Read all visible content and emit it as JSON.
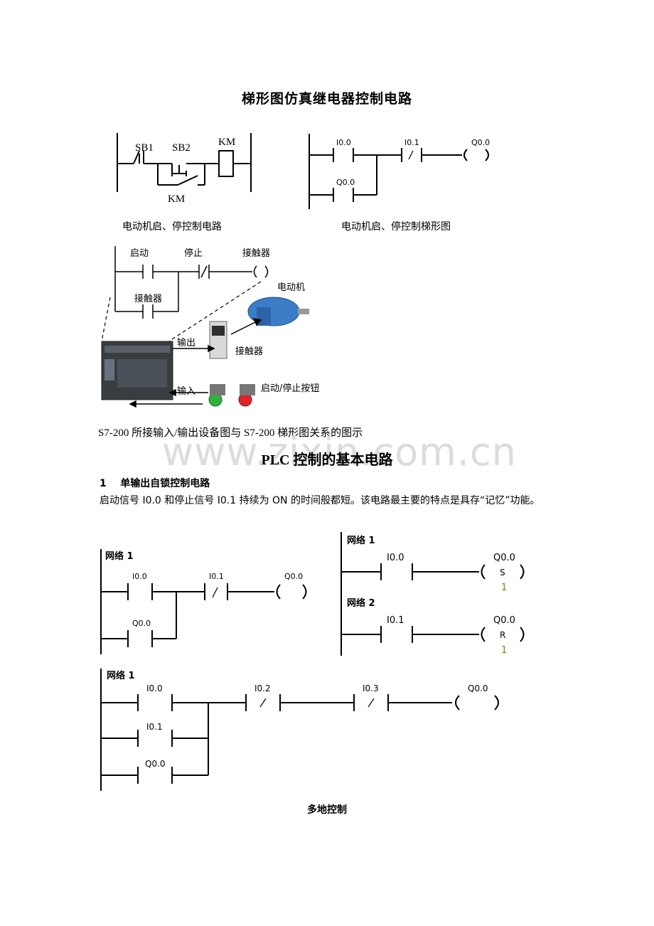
{
  "title": "梯形图仿真继电器控制电路",
  "fig1": {
    "circuit_caption": "电动机启、停控制电路",
    "ladder_caption": "电动机启、停控制梯形图",
    "circuit_labels": {
      "sb1": "SB1",
      "sb2": "SB2",
      "km_top": "KM",
      "km_bottom": "KM"
    },
    "ladder_labels": {
      "i00": "I0.0",
      "i01": "I0.1",
      "q00": "Q0.0",
      "q00_branch": "Q0.0"
    }
  },
  "fig2": {
    "labels": {
      "start": "启动",
      "stop": "停止",
      "contactor_coil": "接触器",
      "contactor_branch": "接触器",
      "motor": "电动机",
      "output": "输出",
      "contactor_device": "接触器",
      "input": "输入",
      "buttons": "启动/停止按钮"
    },
    "caption": "S7-200 所接输入/输出设备图与 S7-200 梯形图关系的图示"
  },
  "watermark": "www.zixin.com.cn",
  "heading2": "PLC 控制的基本电路",
  "section1": {
    "number": "1",
    "title": "单输出自锁控制电路",
    "paragraph": "启动信号 I0.0 和停止信号 I0.1 持续为 ON 的时间般都短。该电路最主要的特点是具存“记忆”功能。"
  },
  "fig3": {
    "network": "网络 1",
    "i00": "I0.0",
    "i01": "I0.1",
    "q00": "Q0.0",
    "q00_branch": "Q0.0"
  },
  "fig4": {
    "network1": "网络 1",
    "network2": "网络 2",
    "i00": "I0.0",
    "i01": "I0.1",
    "q00_set": "Q0.0",
    "set_letter": "S",
    "set_count": "1",
    "q00_reset": "Q0.0",
    "reset_letter": "R",
    "reset_count": "1"
  },
  "fig5": {
    "network": "网络 1",
    "i00": "I0.0",
    "i01": "I0.1",
    "q00_branch": "Q0.0",
    "i02": "I0.2",
    "i03": "I0.3",
    "q00": "Q0.0",
    "caption": "多地控制"
  }
}
